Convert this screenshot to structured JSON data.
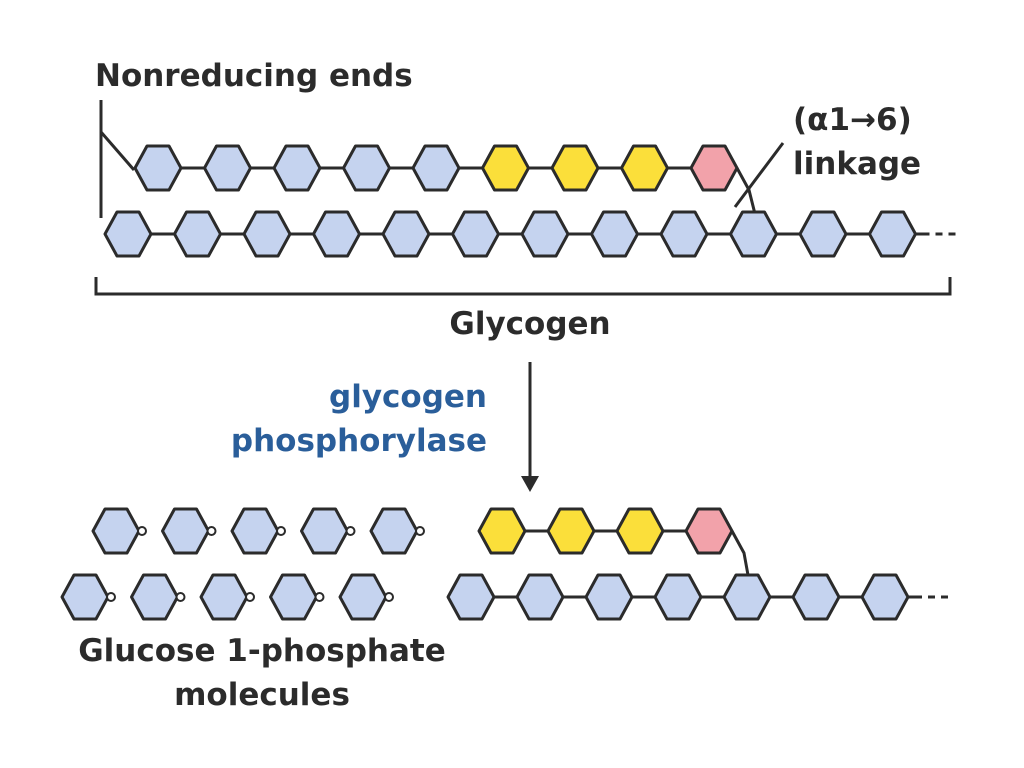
{
  "labels": {
    "nonreducing_ends": "Nonreducing ends",
    "linkage_line1": "(α1→6)",
    "linkage_line2": "linkage",
    "glycogen": "Glycogen",
    "enzyme_line1": "glycogen",
    "enzyme_line2": "phosphorylase",
    "product_line1": "Glucose 1-phosphate",
    "product_line2": "molecules"
  },
  "colors": {
    "glucose": "#c5d3ef",
    "removed_branch_residue": "#fbdf3a",
    "branch_point_residue": "#f2a2aa",
    "outline": "#2b2b2b",
    "enzyme_text": "#2a5e9a",
    "text": "#2b2b2b"
  },
  "glycogen": {
    "main_chain": [
      "glucose",
      "glucose",
      "glucose",
      "glucose",
      "glucose",
      "glucose",
      "glucose",
      "glucose",
      "glucose",
      "glucose",
      "glucose",
      "glucose"
    ],
    "branch_chain": [
      "glucose",
      "glucose",
      "glucose",
      "glucose",
      "glucose",
      "removed_branch_residue",
      "removed_branch_residue",
      "removed_branch_residue",
      "branch_point_residue"
    ],
    "continues": true
  },
  "product": {
    "main_chain": [
      "glucose",
      "glucose",
      "glucose",
      "glucose",
      "glucose",
      "glucose",
      "glucose"
    ],
    "branch_chain": [
      "removed_branch_residue",
      "removed_branch_residue",
      "removed_branch_residue",
      "branch_point_residue"
    ],
    "released_top_row": [
      "glucose",
      "glucose",
      "glucose",
      "glucose",
      "glucose"
    ],
    "released_bottom_row": [
      "glucose",
      "glucose",
      "glucose",
      "glucose",
      "glucose"
    ],
    "continues": true
  }
}
